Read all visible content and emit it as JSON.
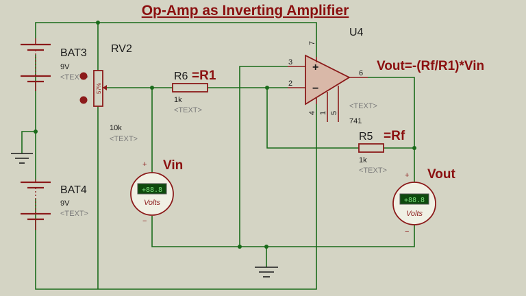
{
  "title": "Op-Amp as Inverting Amplifier",
  "colors": {
    "background": "#d4d4c4",
    "wire": "#1a6b1a",
    "component": "#8b1a1a",
    "label": "#1a1a1a",
    "accent": "#8b1010",
    "placeholder": "#7a7a7a",
    "meter_face": "#f0f0e4",
    "lcd": "#0e4a0e",
    "lcd_text": "#7ee07e"
  },
  "components": {
    "bat3": {
      "ref": "BAT3",
      "value": "9V",
      "text": "<TEXT>"
    },
    "bat4": {
      "ref": "BAT4",
      "value": "9V",
      "text": "<TEXT>"
    },
    "rv2": {
      "ref": "RV2",
      "value": "10k",
      "text": "<TEXT>",
      "wiper": "57%"
    },
    "r6": {
      "ref": "R6",
      "alias": "=R1",
      "value": "1k",
      "text": "<TEXT>"
    },
    "r5": {
      "ref": "R5",
      "alias": "=Rf",
      "value": "1k",
      "text": "<TEXT>"
    },
    "u4": {
      "ref": "U4",
      "part": "741",
      "text": "<TEXT>",
      "pins": {
        "p7": "7",
        "p3": "3",
        "p2": "2",
        "p6": "6",
        "p4": "4",
        "p1": "1",
        "p5": "5"
      },
      "plus": "+",
      "minus": "−"
    },
    "vin_meter": {
      "label": "Vin",
      "display": "+88.8",
      "unit": "Volts",
      "pos": "+",
      "neg": "−"
    },
    "vout_meter": {
      "label": "Vout",
      "display": "+88.8",
      "unit": "Volts",
      "pos": "+",
      "neg": "−"
    }
  },
  "formula": "Vout=-(Rf/R1)*Vin"
}
